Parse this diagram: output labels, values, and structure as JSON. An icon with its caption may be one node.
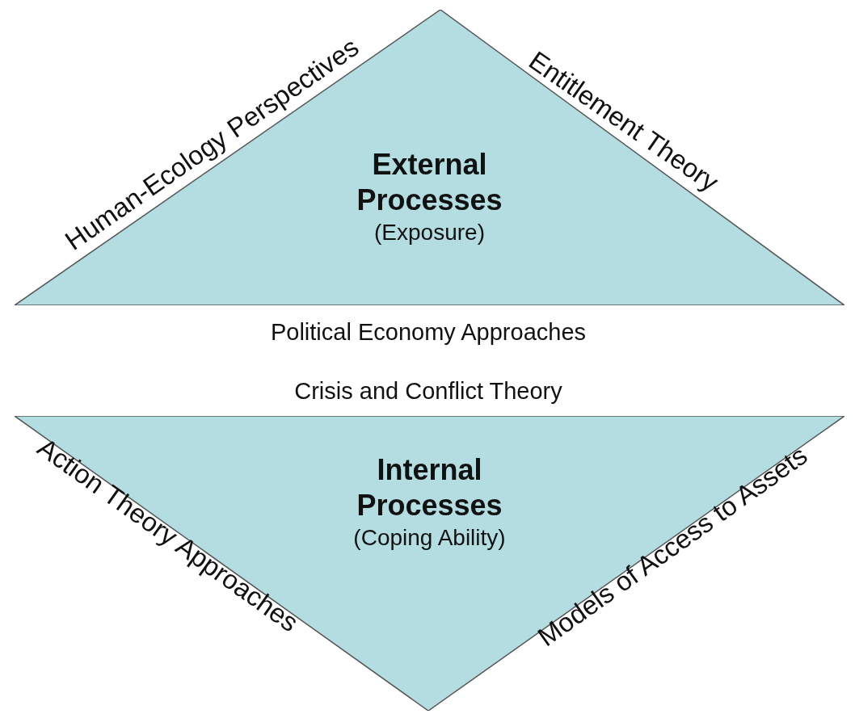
{
  "diagram": {
    "nodes": [
      {
        "text": [
          "External Processes",
          "(Exposure)"
        ],
        "beside": [
          "Human-Ecology Perspectives",
          "Entitlement Theory"
        ]
      },
      {
        "text": [
          "Internal Processes",
          "(Coping Ability)"
        ],
        "beside": [
          "Action Theory Approaches",
          "Models of Access to Assets"
        ]
      }
    ],
    "labels": [
      "Political Economy Approaches",
      "Crisis and Conflict Theory"
    ]
  }
}
